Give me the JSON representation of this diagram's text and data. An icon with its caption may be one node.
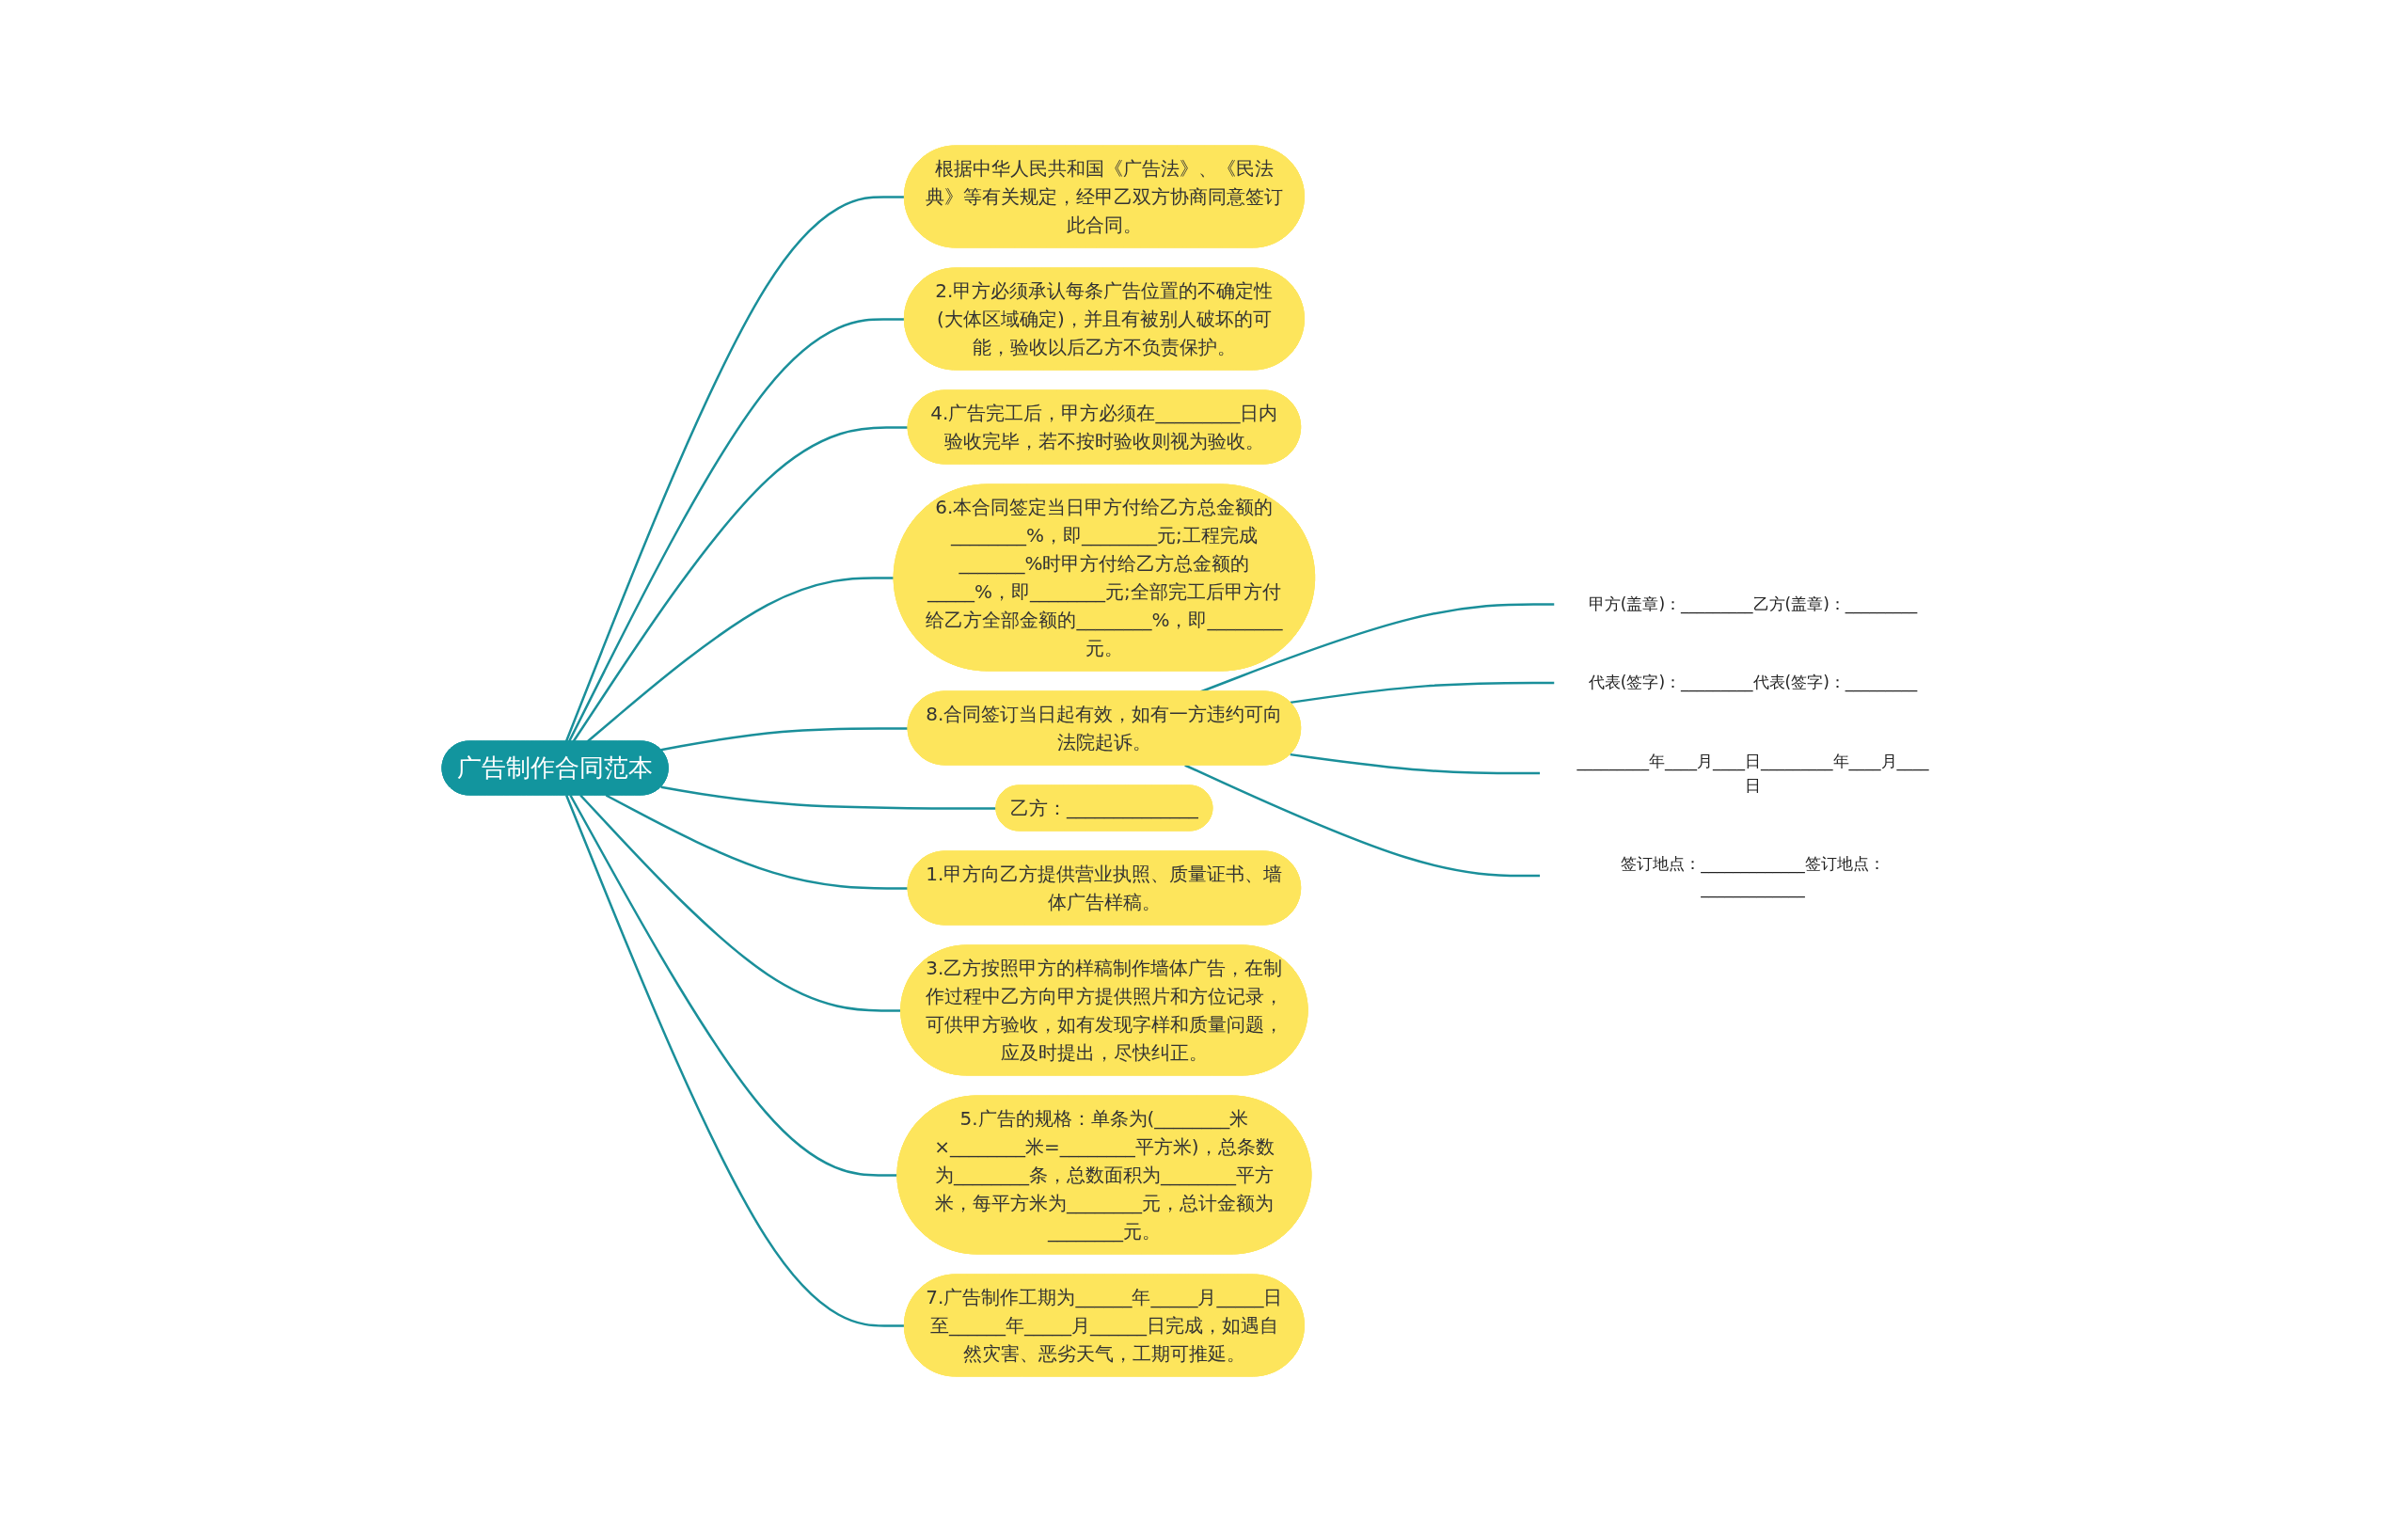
{
  "diagram": {
    "nodes": [
      {
        "text": [
          "广告制作合同范本"
        ]
      },
      {
        "text": [
          "根据中华人民共和国《广告法》、《民法典》等有关规定，经甲乙双方协商同意签订此合同。"
        ]
      },
      {
        "text": [
          "2.甲方必须承认每条广告位置的不确定性(大体区域确定)，并且有被别人破坏的可能，验收以后乙方不负责保护。"
        ]
      },
      {
        "text": [
          "4.广告完工后，甲方必须在_________日内验收完毕，若不按时验收则视为验收。"
        ]
      },
      {
        "text": [
          "6.本合同签定当日甲方付给乙方总金额的________%，即________元;工程完成_______%时甲方付给乙方总金额的_____%，即________元;全部完工后甲方付给乙方全部金额的________%，即________元。"
        ]
      },
      {
        "text": [
          "8.合同签订当日起有效，如有一方违约可向法院起诉。"
        ]
      },
      {
        "text": [
          "甲方(盖章)：_________乙方(盖章)：_________"
        ]
      },
      {
        "text": [
          "代表(签字)：_________代表(签字)：_________"
        ]
      },
      {
        "text": [
          "_________年____月____日_________年____月____日"
        ]
      },
      {
        "text": [
          "签订地点：_____________签订地点：_____________"
        ]
      },
      {
        "text": [
          "乙方：______________"
        ]
      },
      {
        "text": [
          "1.甲方向乙方提供营业执照、质量证书、墙体广告样稿。"
        ]
      },
      {
        "text": [
          "3.乙方按照甲方的样稿制作墙体广告，在制作过程中乙方向甲方提供照片和方位记录，可供甲方验收，如有发现字样和质量问题，应及时提出，尽快纠正。"
        ]
      },
      {
        "text": [
          "5.广告的规格：单条为(________米×________米=________平方米)，总条数为________条，总数面积为________平方米，每平方米为________元，总计金额为________元。"
        ]
      },
      {
        "text": [
          "7.广告制作工期为______年_____月_____日至______年_____月______日完成，如遇自然灾害、恶劣天气，工期可推延。"
        ]
      }
    ],
    "edges": [
      {
        "from": 0,
        "to": 1,
        "arrow": "none"
      },
      {
        "from": 0,
        "to": 2,
        "arrow": "none"
      },
      {
        "from": 0,
        "to": 3,
        "arrow": "none"
      },
      {
        "from": 0,
        "to": 4,
        "arrow": "none"
      },
      {
        "from": 0,
        "to": 5,
        "arrow": "none"
      },
      {
        "from": 5,
        "to": 6,
        "arrow": "none"
      },
      {
        "from": 5,
        "to": 7,
        "arrow": "none"
      },
      {
        "from": 5,
        "to": 8,
        "arrow": "none"
      },
      {
        "from": 5,
        "to": 9,
        "arrow": "none"
      },
      {
        "from": 0,
        "to": 10,
        "arrow": "none"
      },
      {
        "from": 0,
        "to": 11,
        "arrow": "none"
      },
      {
        "from": 0,
        "to": 12,
        "arrow": "none"
      },
      {
        "from": 0,
        "to": 13,
        "arrow": "none"
      },
      {
        "from": 0,
        "to": 14,
        "arrow": "none"
      }
    ]
  }
}
